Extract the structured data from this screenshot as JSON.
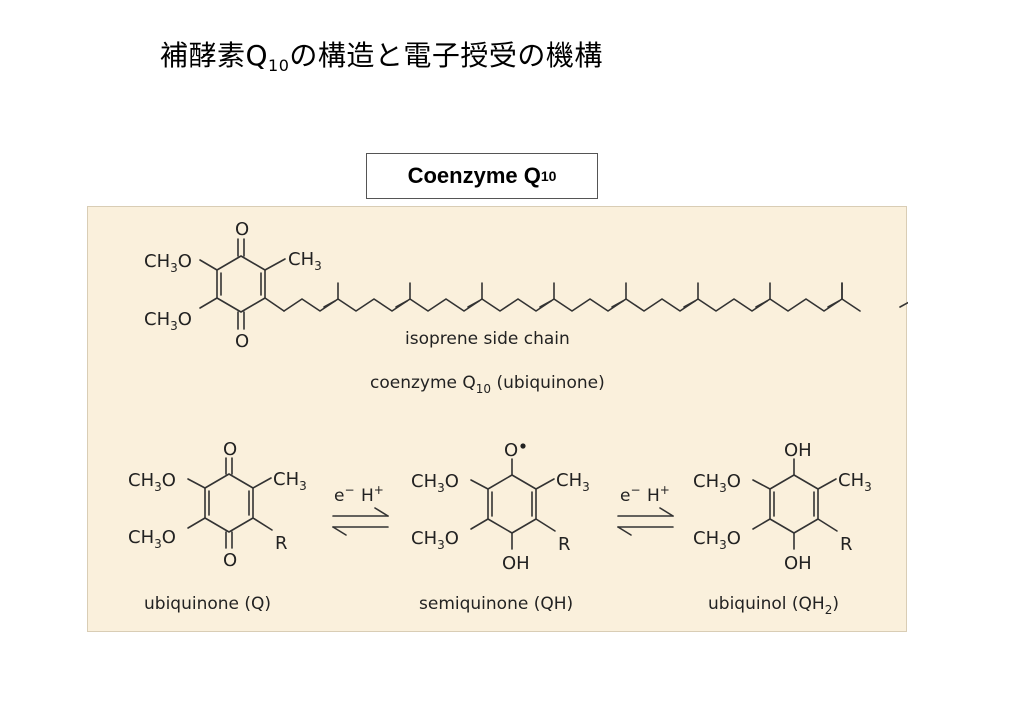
{
  "slide": {
    "title_main": "補酵素Q",
    "title_sub": "10",
    "title_rest": "の構造と電子授受の機構"
  },
  "label_box": {
    "text": "Coenzyme Q",
    "sub": "10"
  },
  "diagram": {
    "background_color": "#faf0dc",
    "atoms": {
      "o": "O",
      "ch3o": "CH",
      "three": "3",
      "ch3": "CH",
      "oh": "OH",
      "r": "R",
      "o_radical": "O"
    },
    "labels": {
      "side_chain": "isoprene side chain",
      "coenzyme_main": "coenzyme Q",
      "coenzyme_sub": "10",
      "coenzyme_rest": " (ubiquinone)",
      "ubiquinone": "ubiquinone (Q)",
      "semiquinone": "semiquinone (QH)",
      "ubiquinol_main": "ubiquinol (QH",
      "ubiquinol_sub": "2",
      "ubiquinol_end": ")",
      "electron": "e",
      "proton": "H",
      "minus": "−",
      "plus": "+"
    }
  }
}
